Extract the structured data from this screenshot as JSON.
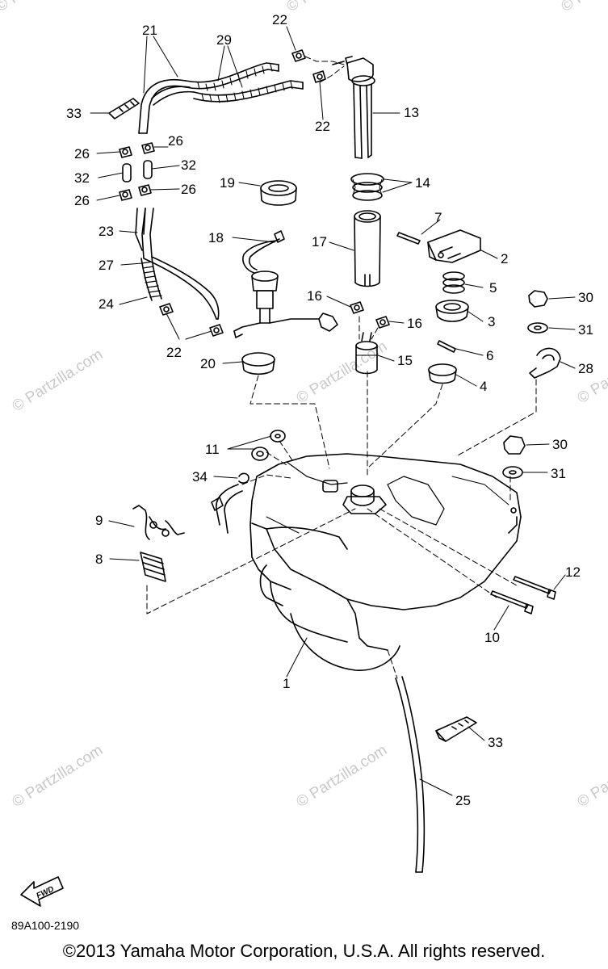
{
  "watermark": "© Partzilla.com",
  "diagram_code": "89A100-2190",
  "copyright": "©2013 Yamaha Motor Corporation, U.S.A. All rights reserved.",
  "fwd_label": "FWD",
  "callouts": {
    "c1": "1",
    "c2": "2",
    "c3": "3",
    "c4": "4",
    "c5": "5",
    "c6": "6",
    "c7": "7",
    "c8": "8",
    "c9": "9",
    "c10": "10",
    "c11": "11",
    "c12": "12",
    "c13": "13",
    "c14": "14",
    "c15": "15",
    "c16a": "16",
    "c16b": "16",
    "c17": "17",
    "c18": "18",
    "c19": "19",
    "c20": "20",
    "c21": "21",
    "c22a": "22",
    "c22b": "22",
    "c22c": "22",
    "c23": "23",
    "c24": "24",
    "c25": "25",
    "c26a": "26",
    "c26b": "26",
    "c26c": "26",
    "c26d": "26",
    "c27": "27",
    "c28": "28",
    "c29": "29",
    "c30a": "30",
    "c30b": "30",
    "c31a": "31",
    "c31b": "31",
    "c32a": "32",
    "c32b": "32",
    "c33a": "33",
    "c33b": "33",
    "c34": "34"
  }
}
